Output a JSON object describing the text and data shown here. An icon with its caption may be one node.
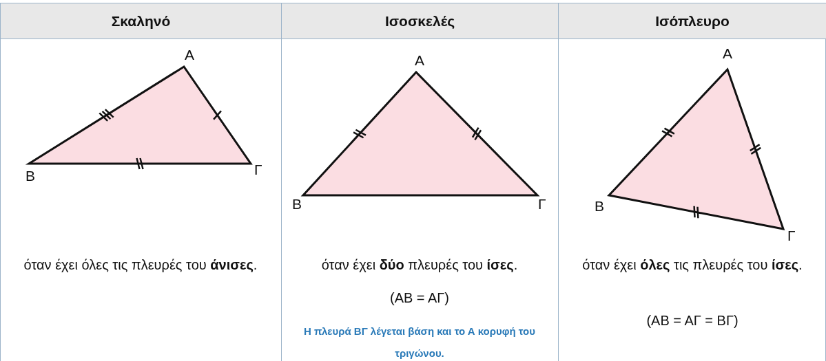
{
  "diagram": {
    "labels": [
      "Σκαληνό",
      "Ισοσκελές",
      "Ισόπλευρο",
      "Α",
      "Β",
      "Γ",
      "όταν έχει όλες τις πλευρές του **άνισες**.",
      "Α",
      "Β",
      "Γ",
      "όταν έχει **δύο** πλευρές του **ίσες**.",
      "(ΑΒ = ΑΓ)",
      "Η πλευρά ΒΓ λέγεται βάση και το Α κορυφή του τριγώνου.",
      "Α",
      "Β",
      "Γ",
      "όταν έχει **όλες** τις πλευρές του **ίσες**.",
      "(ΑΒ = ΑΓ = ΒΓ)"
    ]
  }
}
